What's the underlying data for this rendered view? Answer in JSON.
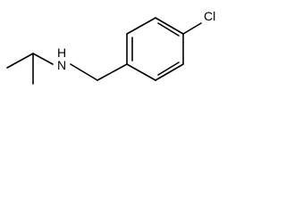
{
  "molecule": {
    "atoms": {
      "chlorine": "Cl",
      "nitrogen_hydrogen": "H",
      "nitrogen": "N"
    },
    "ring": "benzene",
    "colors": {
      "bond": "#000000",
      "label": "#000000",
      "background": "#ffffff"
    }
  }
}
